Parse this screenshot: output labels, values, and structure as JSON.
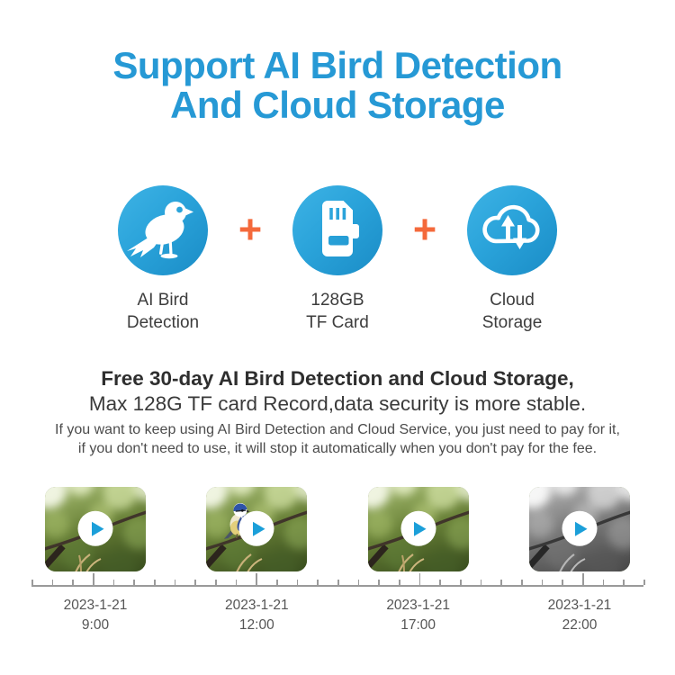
{
  "title": {
    "line1": "Support AI Bird Detection",
    "line2": "And Cloud Storage"
  },
  "plus_symbol": "+",
  "features": [
    {
      "icon": "bird-icon",
      "label_line1": "AI Bird",
      "label_line2": "Detection"
    },
    {
      "icon": "tf-card-icon",
      "label_line1": "128GB",
      "label_line2": "TF Card"
    },
    {
      "icon": "cloud-storage-icon",
      "label_line1": "Cloud",
      "label_line2": "Storage"
    }
  ],
  "description": {
    "bold_line": "Free 30-day AI Bird Detection and Cloud Storage,",
    "line2": "Max 128G TF card Record,data security is more stable.",
    "small_line1": "If you want to keep using AI Bird Detection and Cloud Service, you just need to pay for it,",
    "small_line2": "if you don't need to use, it will stop it automatically when you don't pay for the fee."
  },
  "timeline": {
    "entries": [
      {
        "date": "2023-1-21",
        "time": "9:00",
        "thumbnail": "branch-daylight",
        "play_icon": "play-icon"
      },
      {
        "date": "2023-1-21",
        "time": "12:00",
        "thumbnail": "bird-on-branch-daylight",
        "play_icon": "play-icon"
      },
      {
        "date": "2023-1-21",
        "time": "17:00",
        "thumbnail": "branch-daylight",
        "play_icon": "play-icon"
      },
      {
        "date": "2023-1-21",
        "time": "22:00",
        "thumbnail": "branch-night-grayscale",
        "play_icon": "play-icon"
      }
    ]
  },
  "colors": {
    "title_blue": "#2699d5",
    "icon_circle_blue_light": "#3eb3e5",
    "icon_circle_blue_dark": "#1a8cc6",
    "plus_orange": "#f4693b",
    "play_blue": "#1b9fd9",
    "heading_text": "#2e2e2e",
    "body_text": "#4c4c4c",
    "timeline_gray": "#9a9a9a",
    "date_text": "#555555"
  }
}
